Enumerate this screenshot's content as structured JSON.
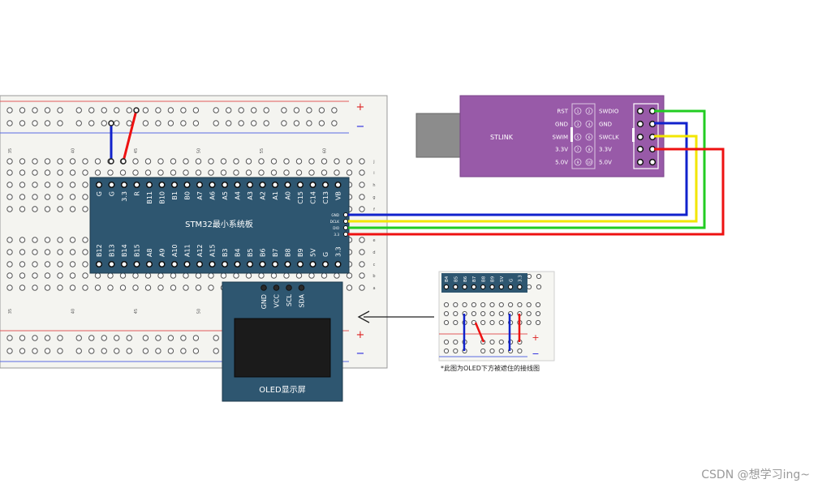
{
  "breadboard": {
    "plus_sign": "+",
    "minus_sign": "−",
    "col_numbers": [
      "35",
      "40",
      "45",
      "50",
      "55",
      "60"
    ],
    "row_letters_top": [
      "j",
      "i",
      "h",
      "g",
      "f"
    ],
    "row_letters_bottom": [
      "e",
      "d",
      "c",
      "b",
      "a"
    ]
  },
  "stm32": {
    "title": "STM32最小系统板",
    "top_pins": [
      "G",
      "G",
      "3.3",
      "R",
      "B11",
      "B10",
      "B1",
      "B0",
      "A7",
      "A6",
      "A5",
      "A4",
      "A3",
      "A2",
      "A1",
      "A0",
      "C15",
      "C14",
      "C13",
      "VB"
    ],
    "bottom_pins": [
      "B12",
      "B13",
      "B14",
      "B15",
      "A8",
      "A9",
      "A10",
      "A11",
      "A12",
      "A15",
      "B3",
      "B4",
      "B5",
      "B6",
      "B7",
      "B8",
      "B9",
      "5V",
      "G",
      "3.3"
    ],
    "side_pins": [
      "GND",
      "DCLK",
      "DIO",
      "3.3"
    ]
  },
  "stlink": {
    "name": "STLINK",
    "left_labels": [
      "RST",
      "GND",
      "SWIM",
      "3.3V",
      "5.0V"
    ],
    "right_labels": [
      "SWDIO",
      "GND",
      "SWCLK",
      "3.3V",
      "5.0V"
    ],
    "pin_numbers": [
      "1",
      "2",
      "3",
      "4",
      "5",
      "6",
      "7",
      "8",
      "9",
      "10"
    ]
  },
  "oled": {
    "title": "OLED显示屏",
    "pins": [
      "GND",
      "VCC",
      "SCL",
      "SDA"
    ]
  },
  "inset": {
    "pins": [
      "B4",
      "B5",
      "B6",
      "B7",
      "B8",
      "B9",
      "5V",
      "G",
      "3.3"
    ],
    "caption": "*此图为OLED下方被遮住的接线图",
    "plus_sign": "+",
    "minus_sign": "−"
  },
  "colors": {
    "board_blue": "#2e5670",
    "stlink_purple": "#985aa8",
    "wire_green": "#22cc22",
    "wire_blue": "#1122cc",
    "wire_yellow": "#f2e600",
    "wire_red": "#ee1111"
  },
  "watermark": "CSDN @想学习ing~"
}
